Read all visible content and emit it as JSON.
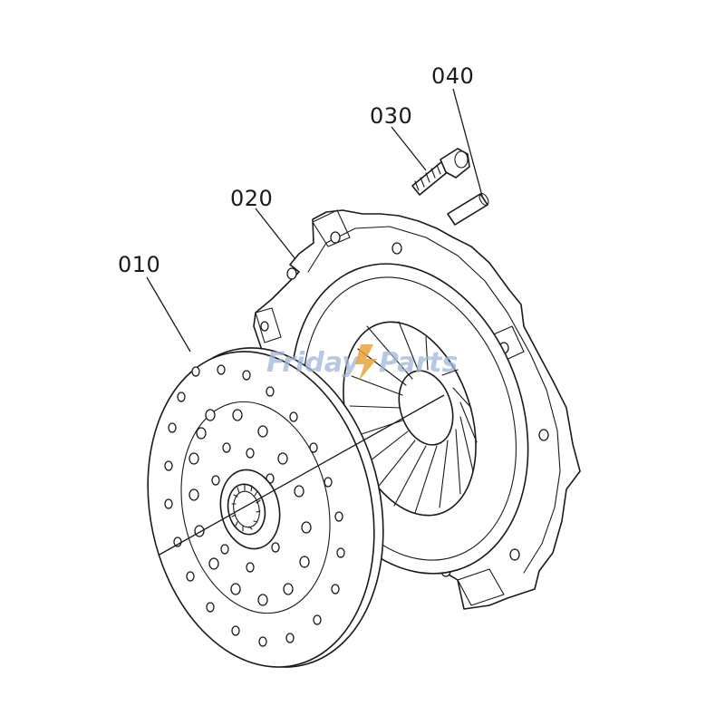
{
  "parts": [
    {
      "id": "disc",
      "label": "010"
    },
    {
      "id": "cover",
      "label": "020"
    },
    {
      "id": "bolt",
      "label": "030"
    },
    {
      "id": "pin",
      "label": "040"
    }
  ],
  "watermark": {
    "text_left": "Friday",
    "text_right": "Parts",
    "color": "#9fb8d9"
  }
}
